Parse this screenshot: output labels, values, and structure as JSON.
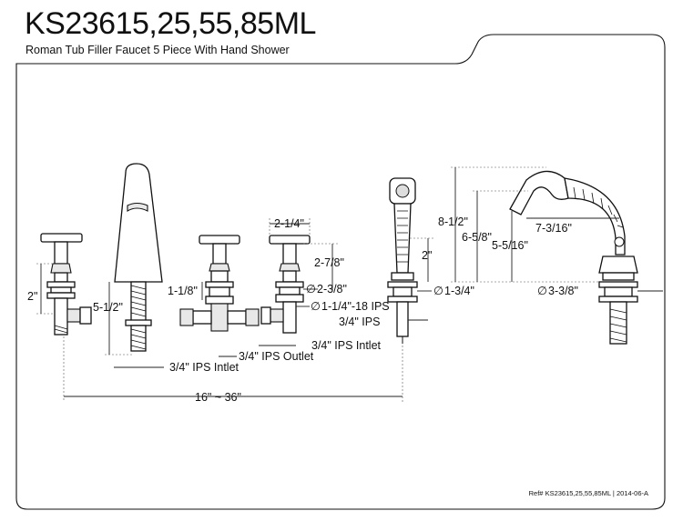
{
  "header": {
    "title": "KS23615,25,55,85ML",
    "subtitle": "Roman Tub Filler Faucet 5 Piece With Hand Shower"
  },
  "footer": {
    "reference": "Ref# KS23615,25,55,85ML | 2014-06-A"
  },
  "dimensions": {
    "handle_height_left": "2\"",
    "spout_height": "5-1/2\"",
    "center_valve_depth": "1-1/8\"",
    "handle_spacing": "2-1/4\"",
    "handle_height_right": "2-7/8\"",
    "deck_hole_valve": "2-3/8\"",
    "valve_thread": "1-1/4\"-18 IPS",
    "shower_inlet": "3/4\" IPS",
    "right_inlet": "3/4\" IPS Intlet",
    "center_outlet": "3/4\" IPS Outlet",
    "left_inlet": "3/4\" IPS Intlet",
    "spread": "16\" ~ 36\"",
    "handshower_height": "2\"",
    "handshower_base": "1-3/4\"",
    "cradle_height_total": "8-1/2\"",
    "cradle_height_mid": "6-5/8\"",
    "cradle_height_low": "5-5/16\"",
    "cradle_reach": "7-3/16\"",
    "cradle_base": "3-3/8\""
  },
  "symbols": {
    "diameter": "∅"
  }
}
